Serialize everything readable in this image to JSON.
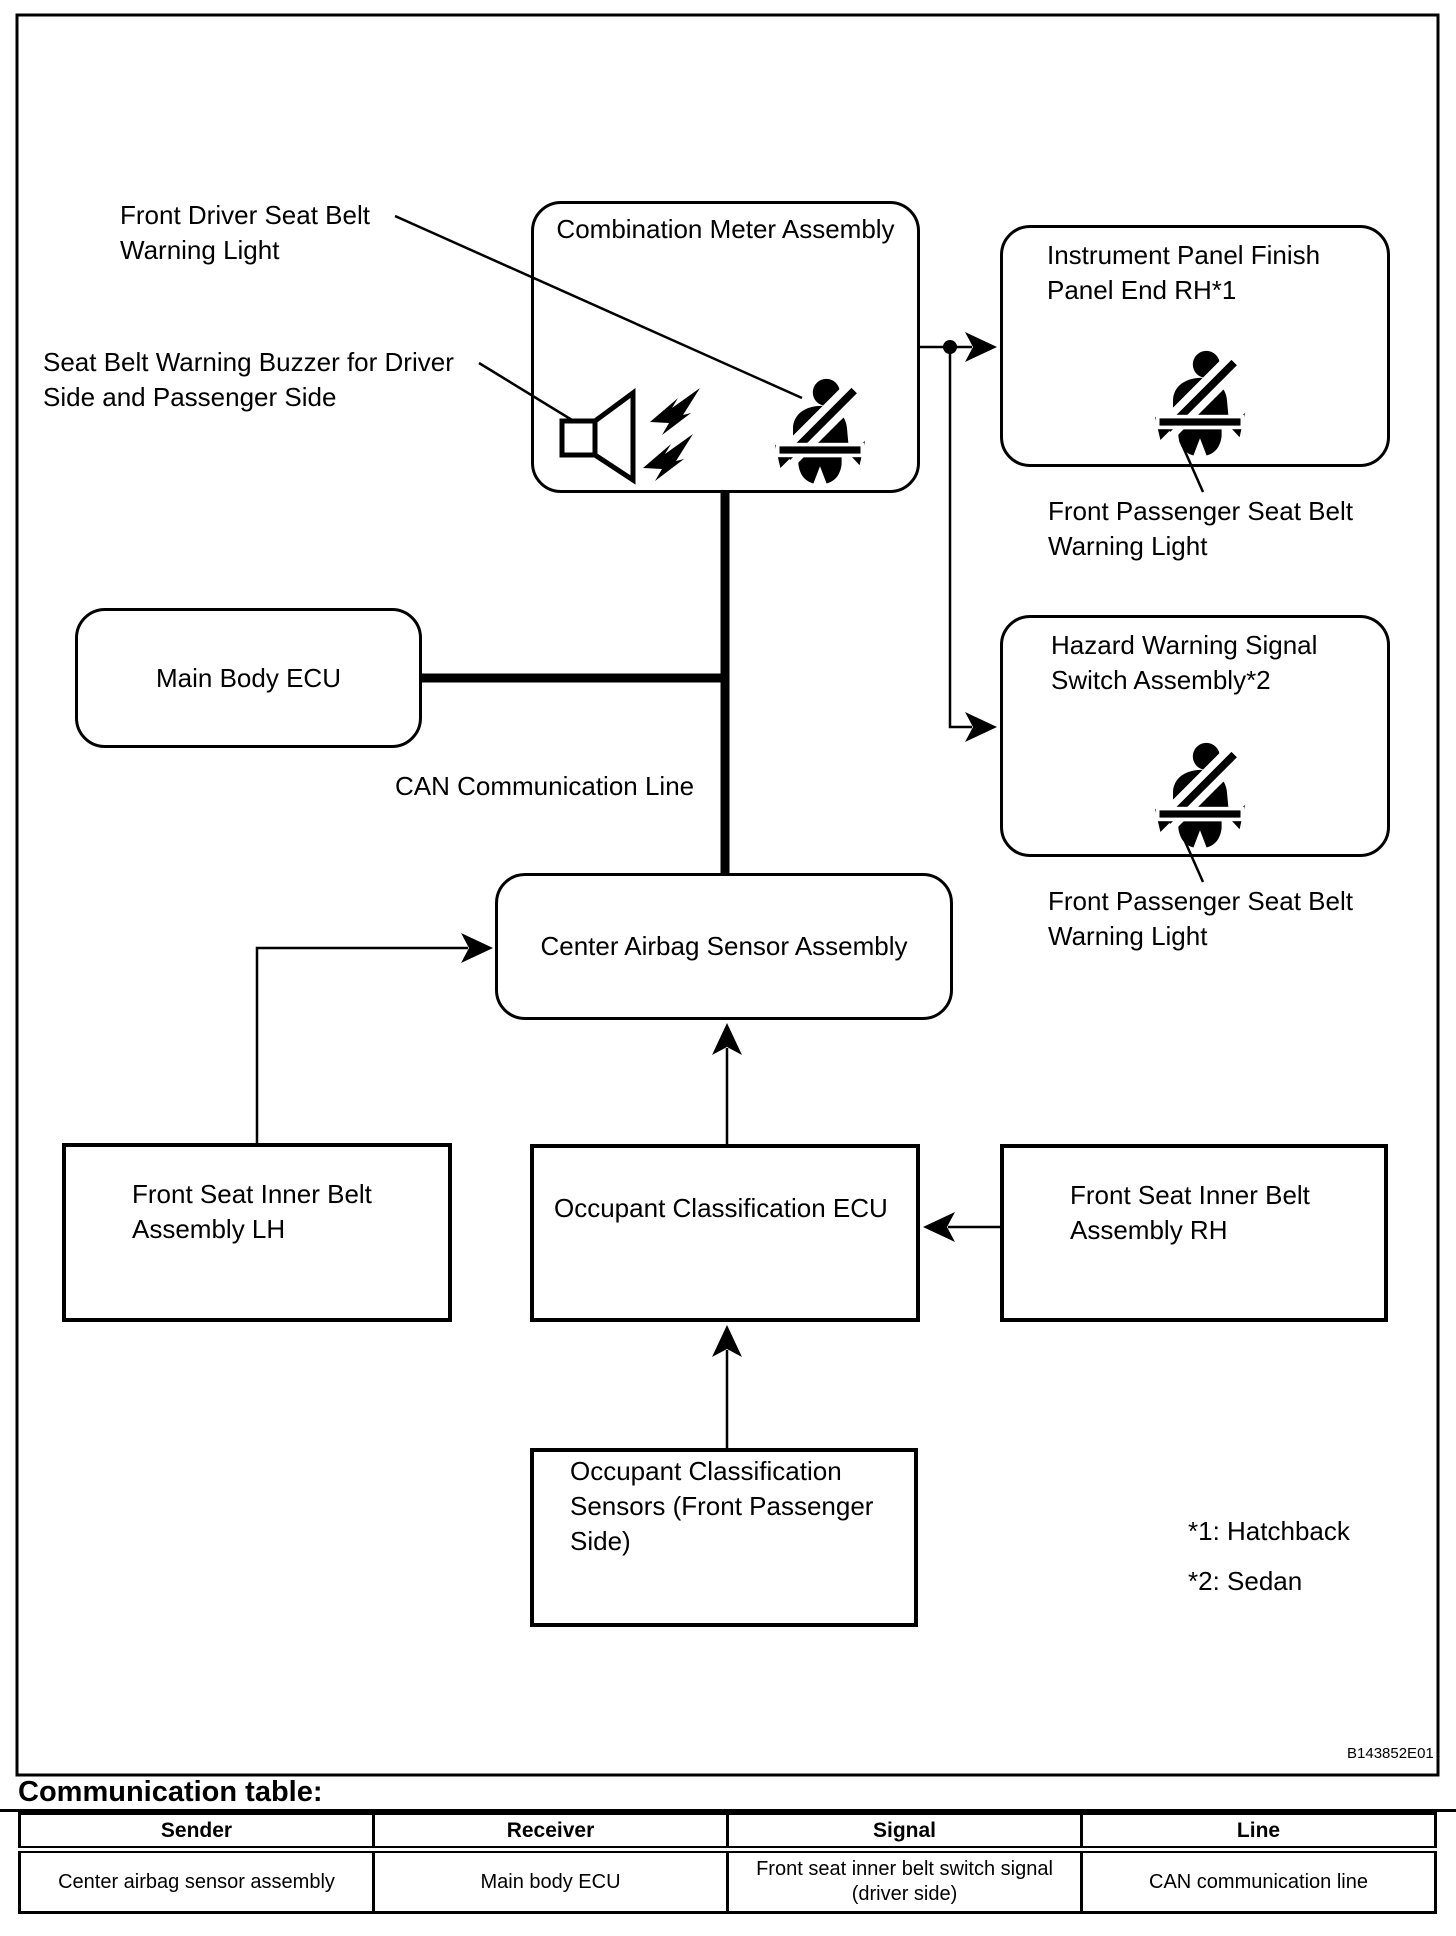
{
  "colors": {
    "ink": "#000000",
    "paper": "#ffffff"
  },
  "figure_code": "B143852E01",
  "diagram": {
    "boxes": {
      "combination_meter": "Combination Meter Assembly",
      "instrument_panel": "Instrument Panel Finish\nPanel End RH*1",
      "hazard_switch": "Hazard Warning Signal\nSwitch Assembly*2",
      "main_body_ecu": "Main Body ECU",
      "center_airbag": "Center Airbag Sensor Assembly",
      "front_seat_inner_belt_lh": "Front Seat Inner Belt\nAssembly LH",
      "occupant_classification_ecu": "Occupant Classification ECU",
      "front_seat_inner_belt_rh": "Front Seat Inner Belt\nAssembly RH",
      "occupant_classification_sensors": "Occupant Classification\nSensors (Front Passenger\nSide)"
    },
    "callouts": {
      "front_driver_seat_belt_warning_light": "Front Driver Seat Belt\nWarning Light",
      "seat_belt_warning_buzzer": "Seat Belt Warning Buzzer for Driver\nSide and Passenger Side",
      "can_communication_line": "CAN Communication Line",
      "front_passenger_seat_belt_warning_light_hatchback": "Front Passenger Seat Belt\nWarning Light",
      "front_passenger_seat_belt_warning_light_sedan": "Front Passenger Seat Belt\nWarning Light",
      "footnote_1": "*1: Hatchback",
      "footnote_2": "*2: Sedan"
    },
    "icons": {
      "buzzer": "speaker-with-sound-waves-icon",
      "seat_belt_warning": "seat-belt-unfastened-warning-icon"
    }
  },
  "table_section": {
    "heading": "Communication table:",
    "columns": [
      "Sender",
      "Receiver",
      "Signal",
      "Line"
    ],
    "rows": [
      [
        "Center airbag sensor assembly",
        "Main body ECU",
        "Front seat inner belt switch signal\n(driver side)",
        "CAN communication line"
      ]
    ]
  }
}
